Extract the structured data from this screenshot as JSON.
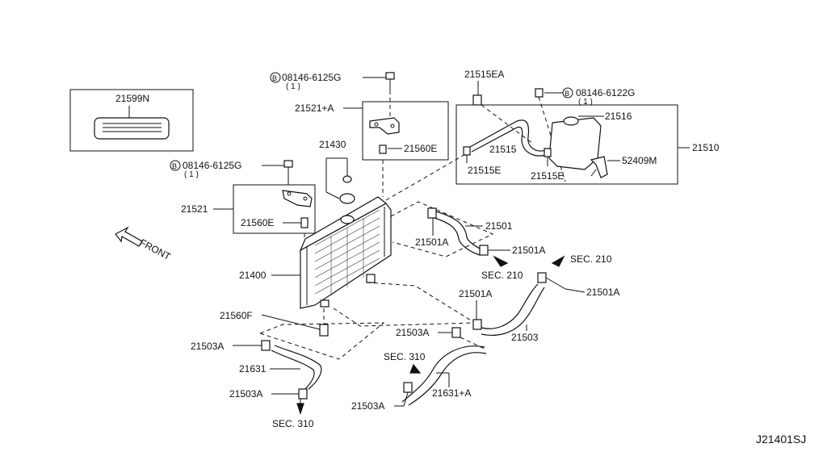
{
  "diagram": {
    "code": "J21401SJ",
    "front_label": "FRONT",
    "labels": {
      "p21599N": "21599N",
      "bolt_top": "08146-6125G",
      "bolt_top_qty": "( 1 )",
      "p21521A": "21521+A",
      "p21560E_top": "21560E",
      "p21430": "21430",
      "bolt_left": "08146-6125G",
      "bolt_left_qty": "( 1 )",
      "p21521": "21521",
      "p21560E_left": "21560E",
      "p21400": "21400",
      "p21560F": "21560F",
      "p21503A_1": "21503A",
      "p21631": "21631",
      "p21503A_2": "21503A",
      "sec310_bottom": "SEC. 310",
      "p21515EA": "21515EA",
      "bolt_right": "08146-6122G",
      "bolt_right_qty": "( 1 )",
      "p21516": "21516",
      "p21510": "21510",
      "p21515": "21515",
      "p52409M": "52409M",
      "p21515E_1": "21515E",
      "p21515E_2": "21515E",
      "p21501": "21501",
      "p21501A_1": "21501A",
      "p21501A_2": "21501A",
      "sec210_1": "SEC. 210",
      "sec210_2": "SEC. 210",
      "p21501A_3": "21501A",
      "p21501A_4": "21501A",
      "p21503": "21503",
      "p21503A_3": "21503A",
      "sec310_mid": "SEC. 310",
      "p21631A": "21631+A",
      "p21503A_4": "21503A"
    },
    "bolt_symbol": "B"
  }
}
